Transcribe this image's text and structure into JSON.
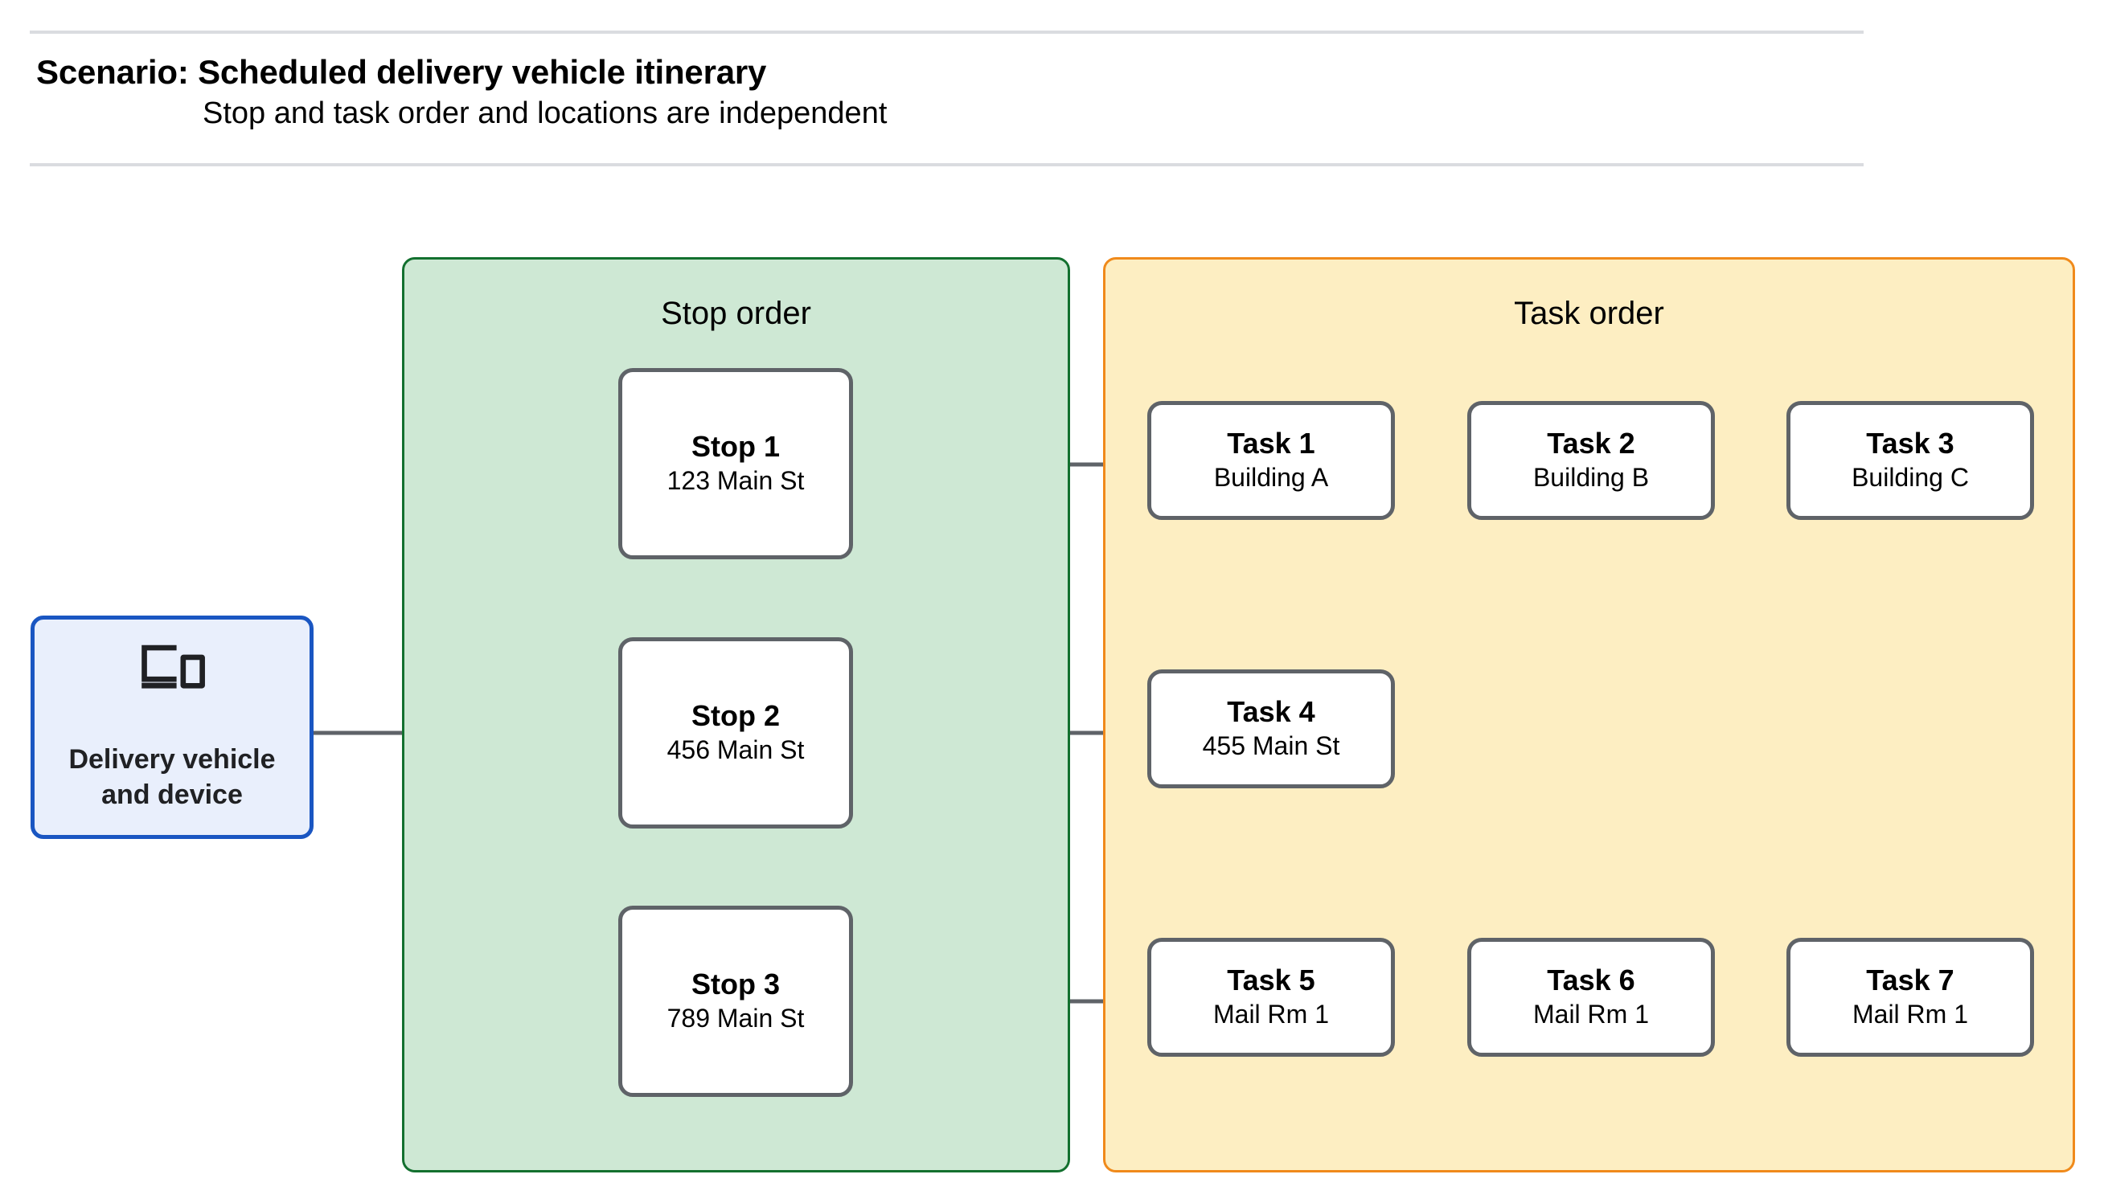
{
  "header": {
    "title": "Scenario: Scheduled delivery vehicle itinerary",
    "subtitle": "Stop and task order and locations are independent"
  },
  "vehicle": {
    "icon": "devices-icon",
    "label_line1": "Delivery vehicle",
    "label_line2": "and device"
  },
  "stop_section": {
    "title": "Stop order",
    "accent": "#13702f",
    "background": "#cee8d4",
    "stops": [
      {
        "title": "Stop 1",
        "address": "123 Main St"
      },
      {
        "title": "Stop 2",
        "address": "456 Main St"
      },
      {
        "title": "Stop 3",
        "address": "789 Main St"
      }
    ]
  },
  "task_section": {
    "title": "Task order",
    "accent": "#f08a1b",
    "background": "#fdeec2",
    "rows": [
      {
        "tasks": [
          {
            "title": "Task 1",
            "location": "Building A"
          },
          {
            "title": "Task 2",
            "location": "Building B"
          },
          {
            "title": "Task 3",
            "location": "Building C"
          }
        ]
      },
      {
        "tasks": [
          {
            "title": "Task 4",
            "location": "455 Main St"
          }
        ]
      },
      {
        "tasks": [
          {
            "title": "Task 5",
            "location": "Mail Rm 1"
          },
          {
            "title": "Task 6",
            "location": "Mail Rm 1"
          },
          {
            "title": "Task 7",
            "location": "Mail Rm 1"
          }
        ]
      }
    ]
  },
  "colors": {
    "connector": "#5f6368",
    "node_border": "#5f6368",
    "node_fill": "#ffffff",
    "vehicle_border": "#1a56c2",
    "vehicle_fill": "#e9effc",
    "divider": "#dadce0"
  }
}
